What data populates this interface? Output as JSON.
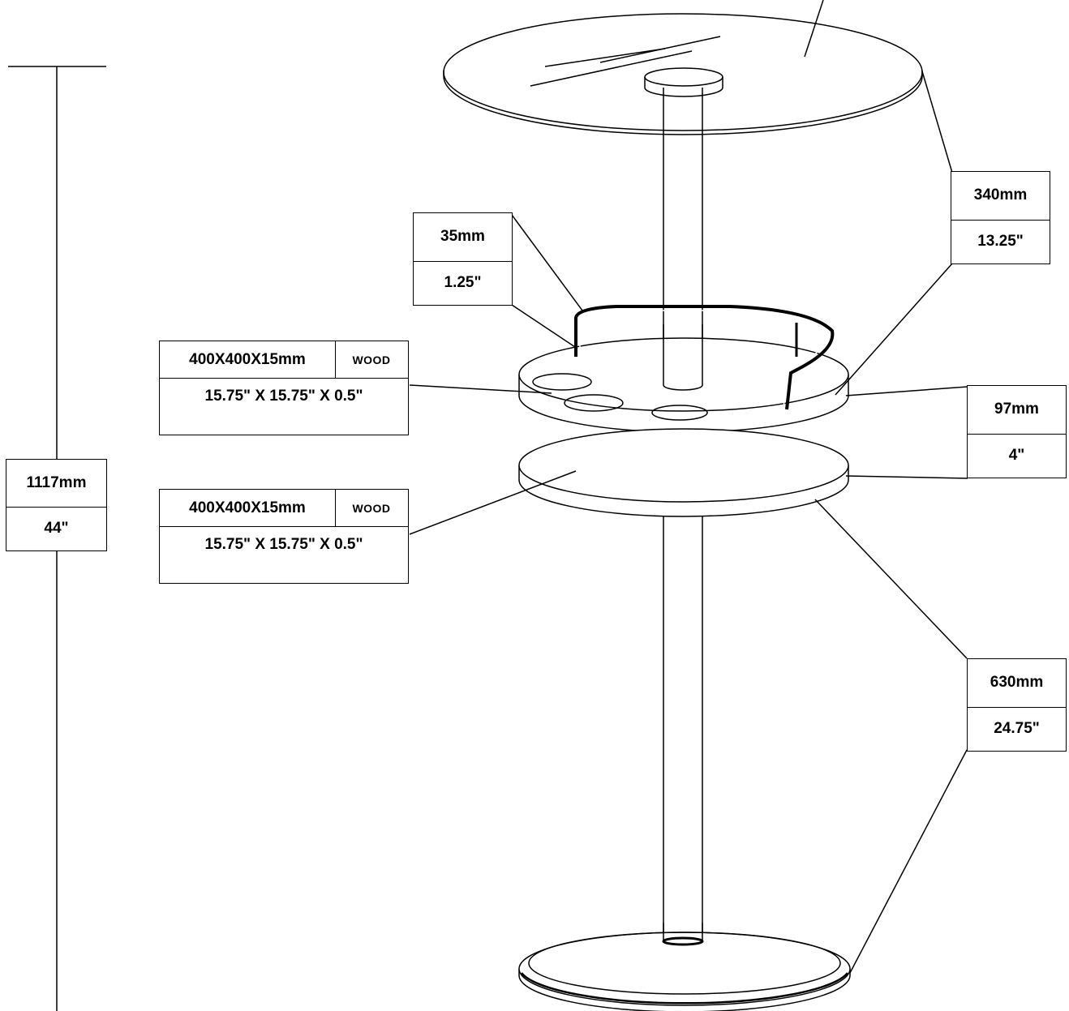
{
  "labels": {
    "height_total": {
      "mm": "1117mm",
      "inch": "44\""
    },
    "rail_height": {
      "mm": "35mm",
      "inch": "1.25\""
    },
    "glass_top_gap": {
      "mm": "340mm",
      "inch": "13.25\""
    },
    "shelf_gap": {
      "mm": "97mm",
      "inch": "4\""
    },
    "lower_height": {
      "mm": "630mm",
      "inch": "24.75\""
    }
  },
  "specs": {
    "upper_shelf": {
      "dimensions": "400X400X15mm",
      "material": "WOOD",
      "imperial": "15.75\" X 15.75\" X 0.5\""
    },
    "lower_shelf": {
      "dimensions": "400X400X15mm",
      "material": "WOOD",
      "imperial": "15.75\" X 15.75\" X 0.5\""
    }
  }
}
